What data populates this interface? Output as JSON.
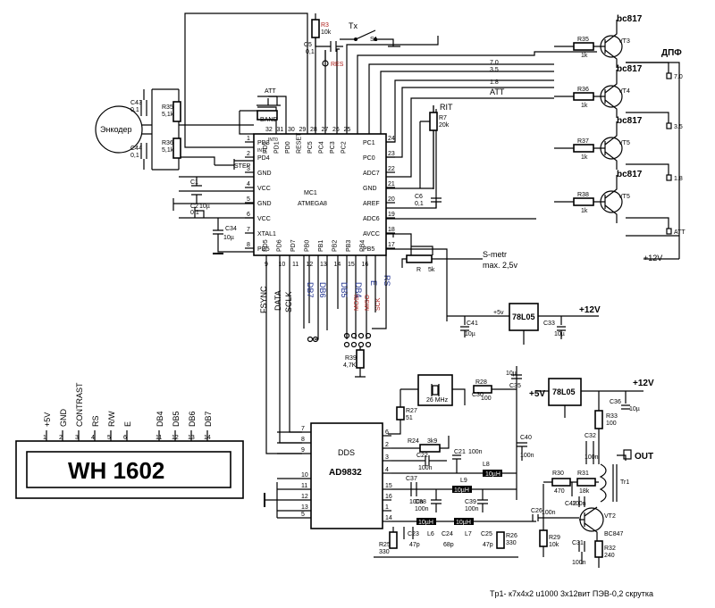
{
  "mcu": {
    "name": "MC1",
    "part": "ATMEGA8",
    "left_pins": [
      {
        "num": "1",
        "label": "PD3",
        "sub": "INT1"
      },
      {
        "num": "2",
        "label": "PD4"
      },
      {
        "num": "3",
        "label": "GND"
      },
      {
        "num": "4",
        "label": "VCC"
      },
      {
        "num": "5",
        "label": "GND"
      },
      {
        "num": "6",
        "label": "VCC"
      },
      {
        "num": "7",
        "label": "XTAL1"
      },
      {
        "num": "8",
        "label": "PD5"
      }
    ],
    "top_pins": [
      {
        "num": "32",
        "label": "PD2",
        "sub": "INT0"
      },
      {
        "num": "31",
        "label": "PD1"
      },
      {
        "num": "30",
        "label": "PD0"
      },
      {
        "num": "29",
        "label": "RESET"
      },
      {
        "num": "28",
        "label": "PC5"
      },
      {
        "num": "27",
        "label": "PC4"
      },
      {
        "num": "26",
        "label": "PC3"
      },
      {
        "num": "25",
        "label": "PC2"
      }
    ],
    "right_pins": [
      {
        "num": "24",
        "label": "PC1"
      },
      {
        "num": "23",
        "label": "PC0"
      },
      {
        "num": "22",
        "label": "ADC7"
      },
      {
        "num": "21",
        "label": "GND"
      },
      {
        "num": "20",
        "label": "AREF"
      },
      {
        "num": "19",
        "label": "ADC6"
      },
      {
        "num": "18",
        "label": "AVCC"
      },
      {
        "num": "17",
        "label": "PB5"
      }
    ],
    "bottom_pins": [
      {
        "num": "9",
        "label": "PD5"
      },
      {
        "num": "10",
        "label": "PD6"
      },
      {
        "num": "11",
        "label": "PD7"
      },
      {
        "num": "12",
        "label": "PB0"
      },
      {
        "num": "13",
        "label": "PB1"
      },
      {
        "num": "14",
        "label": "PB2"
      },
      {
        "num": "15",
        "label": "PB3"
      },
      {
        "num": "16",
        "label": "PB4"
      }
    ]
  },
  "encoder": {
    "label": "Энкодер"
  },
  "buttons": {
    "att": "ATT",
    "band": "BAND",
    "step": "STEP"
  },
  "tx": {
    "label": "Tx",
    "switch": "S1"
  },
  "res_net": "RES",
  "rit": "RIT",
  "smetr": {
    "label": "S-metr",
    "range": "max. 2,5v",
    "r": "R",
    "rval": "5k"
  },
  "parts": {
    "r3": "R3",
    "r3v": "10k",
    "c5": "C5",
    "c5v": "0,1",
    "r35a": "R35",
    "r35av": "5,1k",
    "c43": "C43",
    "c43v": "0,1",
    "r36a": "R36",
    "r36av": "5,1k",
    "c44": "C44",
    "c44v": "0,1",
    "r7": "R7",
    "r7v": "20k",
    "c6": "C6",
    "c6v": "0,1",
    "c1": "C1",
    "c2": "C2",
    "c2v": "0,1",
    "c2b": "10µ",
    "c34": "C34",
    "c34v": "10µ",
    "r39": "R39",
    "r39v": "4,7K",
    "c41": "C41",
    "c41v": "10µ",
    "c33": "C33",
    "c33v": "10µ",
    "r27": "R27",
    "r27v": "51",
    "r28": "R28",
    "r28v": "100",
    "c30": "C30",
    "c35": "C35",
    "c35v": "10µ",
    "c36": "C36",
    "c36v": "10µ",
    "r33": "R33",
    "r33v": "100",
    "c32": "C32",
    "c32v": "100n",
    "r24": "R24",
    "r24v": "3k9",
    "c22": "C22",
    "c22v": "100n",
    "c21": "C21",
    "c21v": "100n",
    "c40": "C40",
    "c40v": "100n",
    "l8": "L8",
    "l8v": "10µH",
    "c37": "C37",
    "c37v": "100n",
    "l9": "L9",
    "l9v": "10µH",
    "c38": "C38",
    "c38v": "100n",
    "c39": "C39",
    "c39v": "100n",
    "r30": "R30",
    "r30v": "470",
    "r31": "R31",
    "r31v": "18k",
    "c42": "C42",
    "c42v": "100n",
    "c23": "C23",
    "c23v": "47p",
    "l6": "L6",
    "l6v": "10µH",
    "c24": "C24",
    "c24v": "68p",
    "l7": "L7",
    "l7v": "10µH",
    "c25": "C25",
    "c25v": "47p",
    "c26": "C26",
    "c26v": "100n",
    "r25": "R25",
    "r25v": "330",
    "r26": "R26",
    "r26v": "330",
    "r29": "R29",
    "r29v": "10k",
    "c31": "C31",
    "c31v": "100n",
    "r32": "R32",
    "r32v": "240",
    "tr1": "Tr1"
  },
  "crystal": "26 MHz",
  "transistors": [
    {
      "part": "bc817",
      "ref": "VT3",
      "r": "R35",
      "rv": "1k",
      "band": "7.0",
      "out": "7.0"
    },
    {
      "part": "bc817",
      "ref": "VT4",
      "r": "R36",
      "rv": "1k",
      "band": "3.5",
      "out": "3.5"
    },
    {
      "part": "bc817",
      "ref": "VT5",
      "r": "R37",
      "rv": "1k",
      "band": "1.8",
      "out": "1.8"
    },
    {
      "part": "bc817",
      "ref": "VT5",
      "r": "R38",
      "rv": "1k",
      "band": "ATT",
      "out": "ATT"
    }
  ],
  "dpf": "ДПФ",
  "plus12": "+12V",
  "plus5": "+5v",
  "plus5b": "+5V",
  "reg1": "78L05",
  "reg2": "78L05",
  "dds": {
    "title": "DDS",
    "part": "AD9832",
    "left_pins": [
      "7",
      "8",
      "9",
      "10",
      "11",
      "12",
      "13",
      "5"
    ],
    "right_pins": [
      "6",
      "2",
      "3",
      "4",
      "15",
      "16",
      "1",
      "14"
    ]
  },
  "sig": {
    "fsync": "FSYNC",
    "data": "DATA",
    "sclk": "SCLK"
  },
  "lcd_bus": {
    "db7": "DB7",
    "db6": "DB6",
    "db5": "DB5",
    "db4": "DB4",
    "e": "E",
    "rs": "RS"
  },
  "isp": {
    "mosi": "MOSI",
    "miso": "MISO",
    "sck": "SCK"
  },
  "lcd": {
    "title": "WH 1602",
    "pins": [
      {
        "num": "1",
        "label": "+5V"
      },
      {
        "num": "2",
        "label": "GND"
      },
      {
        "num": "3",
        "label": "CONTRAST"
      },
      {
        "num": "4",
        "label": "RS"
      },
      {
        "num": "5",
        "label": "R/W"
      },
      {
        "num": "6",
        "label": "E"
      },
      {
        "num": "11",
        "label": "DB4"
      },
      {
        "num": "12",
        "label": "DB5"
      },
      {
        "num": "13",
        "label": "DB6"
      },
      {
        "num": "14",
        "label": "DB7"
      }
    ]
  },
  "vt2": {
    "ref": "VT2",
    "part": "BC847"
  },
  "out": "OUT",
  "note": "Tp1- к7х4х2 u1000 3x12вит ПЭВ-0,2 скрутка"
}
